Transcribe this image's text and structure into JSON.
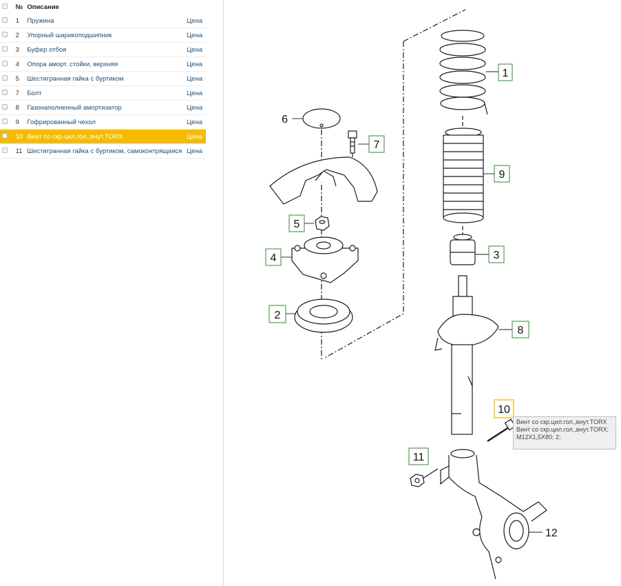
{
  "table": {
    "header": {
      "num": "№",
      "desc": "Описание"
    },
    "rows": [
      {
        "num": "1",
        "name": "Пружина",
        "price": "Цена"
      },
      {
        "num": "2",
        "name": "Упорный шарикоподшипник",
        "price": "Цена"
      },
      {
        "num": "3",
        "name": "Буфер отбоя",
        "price": "Цена"
      },
      {
        "num": "4",
        "name": "Опора аморт. стойки, верхняя",
        "price": "Цена"
      },
      {
        "num": "5",
        "name": "Шестигранная гайка с буртиком",
        "price": "Цена"
      },
      {
        "num": "7",
        "name": "Болт",
        "price": "Цена"
      },
      {
        "num": "8",
        "name": "Газонаполненный амортизатор",
        "price": "Цена"
      },
      {
        "num": "9",
        "name": "Гофрированный чехол",
        "price": "Цена"
      },
      {
        "num": "10",
        "name": "Винт со скр.цил.гол.,внут.TORX",
        "price": "Цена",
        "active": true
      },
      {
        "num": "11",
        "name": "Шестигранная гайка с буртиком, самоконтрящаяся",
        "price": "Цена"
      }
    ]
  },
  "callouts": {
    "c1": "1",
    "c2": "2",
    "c3": "3",
    "c4": "4",
    "c5": "5",
    "c6": "6",
    "c7": "7",
    "c8": "8",
    "c9": "9",
    "c10": "10",
    "c11": "11",
    "c12": "12"
  },
  "tooltip": {
    "line1": "Винт со скр.цил.гол.,внут.TORX",
    "line2": "Винт со скр.цил.гол.,внут.TORX;",
    "line3": "M12X1,5X80; 2;"
  },
  "colors": {
    "active_row": "#f6bb00",
    "callout_box": "#2e8b2e",
    "callout_active": "#f0c020",
    "link": "#1d4f79"
  }
}
